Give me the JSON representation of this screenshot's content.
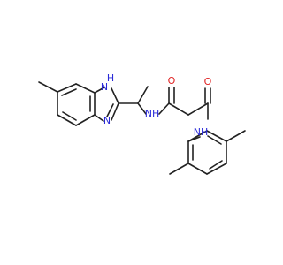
{
  "molecule": {
    "atom_labels": {
      "nh_ring": "H\nN",
      "nh_ring_n": "N",
      "nh_ring_h": "H",
      "n_ring": "N",
      "amide_nh_1": "NH",
      "amide_nh_2": "NH",
      "carbonyl_o_1": "O",
      "carbonyl_o_2": "O"
    },
    "colors": {
      "nitrogen": "#2a2ad8",
      "oxygen": "#e02020",
      "bond": "#222222"
    }
  }
}
